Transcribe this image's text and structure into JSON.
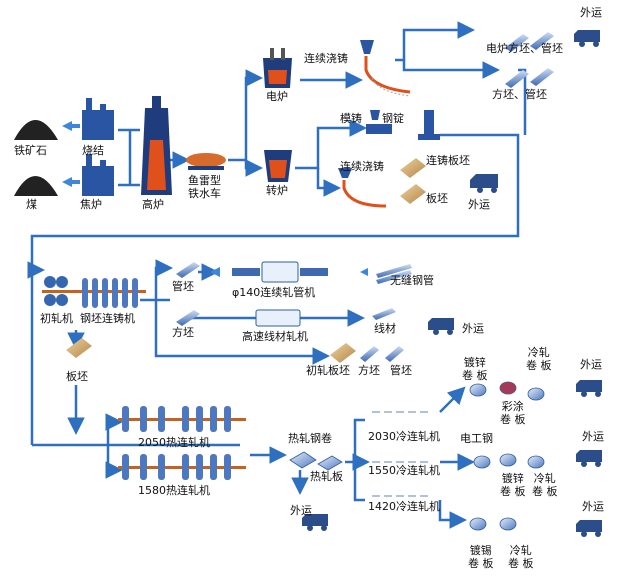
{
  "diagram": {
    "nodes": {
      "iron_ore": "铁矿石",
      "sinter": "烧结",
      "coal": "煤",
      "coke_oven": "焦炉",
      "blast_furnace": "高炉",
      "torpedo_car": "鱼雷型\n铁水车",
      "electric_furnace": "电炉",
      "converter": "转炉",
      "continuous_casting_top": "连续浇铸",
      "ef_billet_tube": "电炉方坯、管坯",
      "billet_tube_top": "方坯、管坯",
      "ingot_mould": "模铸",
      "steel_ingot": "钢锭",
      "continuous_casting_mid": "连续浇铸",
      "cc_slab": "连铸板坯",
      "slab_top": "板坯",
      "roughing_mill": "初轧机",
      "billet_caster": "钢坯连铸机",
      "tube_billet": "管坯",
      "phi140_mill": "φ140连续轧管机",
      "seamless_tube": "无缝钢管",
      "square_billet": "方坯",
      "wire_mill": "高速线材轧机",
      "wire_rod": "线材",
      "roughing_slab": "初轧板坯",
      "square_billet_2": "方坯",
      "tube_billet_2": "管坯",
      "slab_mid": "板坯",
      "mill_2050": "2050热连轧机",
      "mill_1580": "1580热连轧机",
      "hot_coil": "热轧钢卷",
      "hot_plate": "热轧板",
      "cold_2030": "2030冷连轧机",
      "cold_1550": "1550冷连轧机",
      "cold_1420": "1420冷连轧机",
      "galvanized_1": "镀锌\n卷 板",
      "cold_rolled_1": "冷轧\n卷 板",
      "color_coated": "彩涂\n卷 板",
      "electrical_steel": "电工钢",
      "galvanized_2": "镀锌\n卷 板",
      "cold_rolled_2": "冷轧\n卷 板",
      "tinplate": "镀锡\n卷 板",
      "cold_rolled_3": "冷轧\n卷 板"
    },
    "ship_out": "外运",
    "colors": {
      "line": "#2f6fc0",
      "arrow_light": "#3d86d8",
      "tube": "#2f5f9f",
      "slab": "#c9a36a",
      "roller": "#c0641e",
      "mill": "#3566b0",
      "truck": "#2b4d8a",
      "furnace": "#1f3c7c",
      "molten": "#e0501a"
    }
  }
}
